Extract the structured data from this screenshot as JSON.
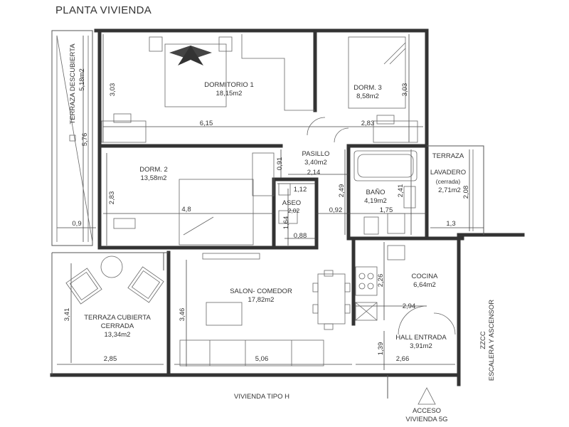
{
  "title": "PLANTA VIVIENDA",
  "rooms": {
    "dormitorio1": {
      "name": "DORMITORIO 1",
      "area": "18,15m2"
    },
    "dorm3": {
      "name": "DORM. 3",
      "area": "8,58m2"
    },
    "pasillo": {
      "name": "PASILLO",
      "area": "3,40m2"
    },
    "dorm2": {
      "name": "DORM. 2",
      "area": "13,58m2"
    },
    "bano": {
      "name": "BAÑO",
      "area": "4,19m2"
    },
    "aseo": {
      "name": "ASEO",
      "area": "2,02"
    },
    "terraza_lavadero": {
      "name1": "TERRAZA",
      "name2": "LAVADERO",
      "note": "(cerrada)",
      "area": "2,71m2"
    },
    "terraza_descubierta": {
      "name": "TERRAZA DESCUBIERTA",
      "area": "5,18m2"
    },
    "salon": {
      "name": "SALON- COMEDOR",
      "area": "17,82m2"
    },
    "cocina": {
      "name": "COCINA",
      "area": "6,64m2"
    },
    "terraza_cubierta": {
      "name1": "TERRAZA CUBIERTA",
      "name2": "CERRADA",
      "area": "13,34m2"
    },
    "hall": {
      "name": "HALL ENTRADA",
      "area": "3,91m2"
    },
    "zzcc": {
      "name1": "ZZCC",
      "name2": "ESCALERA Y ASCENSOR"
    }
  },
  "dimensions": {
    "d_303_a": "3,03",
    "d_615": "6,15",
    "d_303_b": "3,03",
    "d_283_a": "2,83",
    "d_576": "5,76",
    "d_091": "0,91",
    "d_214": "2,14",
    "d_249": "2,49",
    "d_112": "1,12",
    "d_241": "2,41",
    "d_208": "2,08",
    "d_283_b": "2,83",
    "d_48": "4,8",
    "d_092": "0,92",
    "d_175": "1,75",
    "d_13": "1,3",
    "d_09": "0,9",
    "d_164": "1,64",
    "d_088": "0,88",
    "d_226": "2,26",
    "d_294": "2,94",
    "d_341": "3,41",
    "d_346": "3,46",
    "d_139": "1,39",
    "d_285": "2,85",
    "d_506": "5,06",
    "d_266": "2,66"
  },
  "footer": {
    "vivienda": "VIVIENDA TIPO H",
    "acceso1": "ACCESO",
    "acceso2": "VIVIENDA 5G"
  },
  "colors": {
    "wall": "#333333",
    "wall_fill": "#ffffff",
    "thin": "#555555"
  }
}
